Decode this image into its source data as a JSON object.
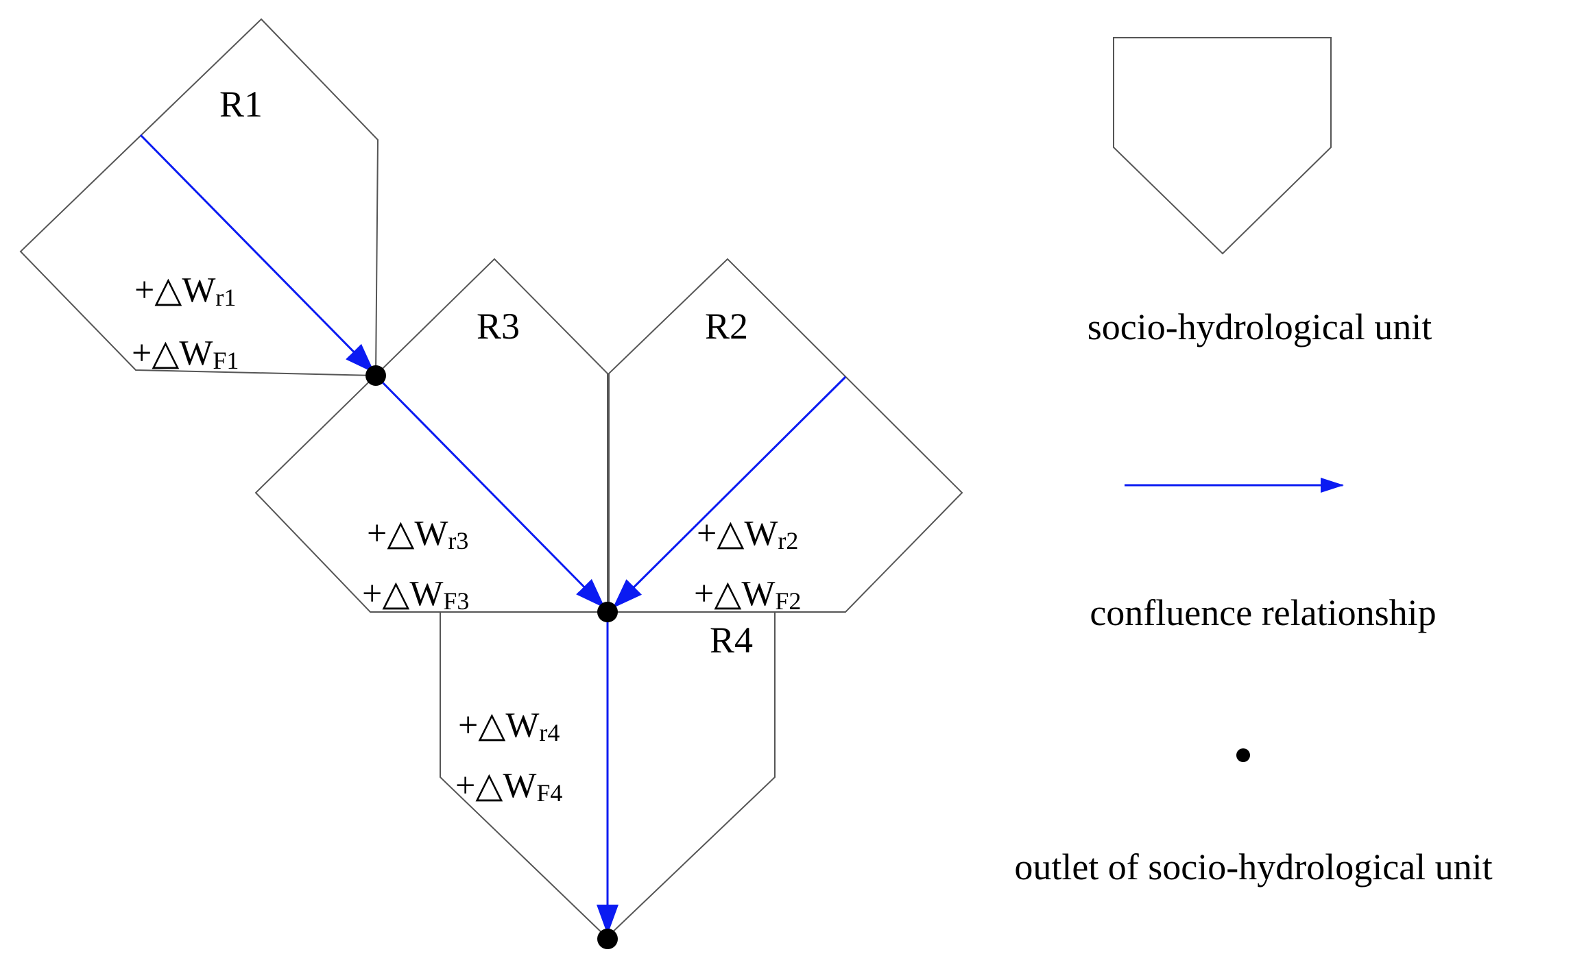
{
  "units": [
    {
      "id": "R1",
      "label": "R1",
      "runoff_term": "+△W",
      "runoff_sub": "r1",
      "feedback_term": "+△W",
      "feedback_sub": "F1"
    },
    {
      "id": "R2",
      "label": "R2",
      "runoff_term": "+△W",
      "runoff_sub": "r2",
      "feedback_term": "+△W",
      "feedback_sub": "F2"
    },
    {
      "id": "R3",
      "label": "R3",
      "runoff_term": "+△W",
      "runoff_sub": "r3",
      "feedback_term": "+△W",
      "feedback_sub": "F3"
    },
    {
      "id": "R4",
      "label": "R4",
      "runoff_term": "+△W",
      "runoff_sub": "r4",
      "feedback_term": "+△W",
      "feedback_sub": "F4"
    }
  ],
  "confluence": [
    {
      "from": "R1",
      "to": "R3"
    },
    {
      "from": "R3",
      "to": "R4"
    },
    {
      "from": "R2",
      "to": "R4"
    },
    {
      "from": "R4",
      "to": "outlet"
    }
  ],
  "legend": {
    "unit_label": "socio-hydrological unit",
    "arrow_label": "confluence relationship",
    "outlet_label": "outlet of socio-hydrological unit"
  },
  "colors": {
    "flow": "#0b1bf2",
    "outline": "#555555",
    "outlet": "#000000"
  }
}
